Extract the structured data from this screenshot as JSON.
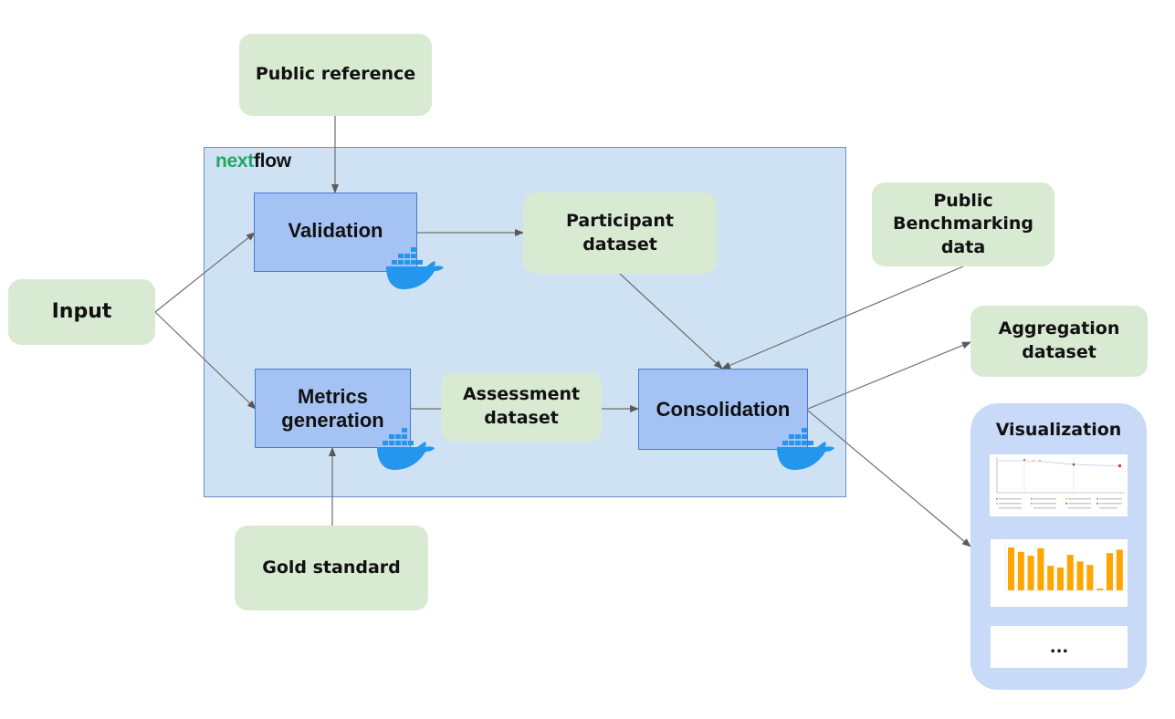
{
  "diagram": {
    "engine_logo": {
      "prefix": "next",
      "suffix": "flow",
      "prefix_color": "#23a665"
    },
    "nodes": {
      "input": "Input",
      "public_reference": "Public reference",
      "validation": "Validation",
      "participant_dataset": [
        "Participant",
        "dataset"
      ],
      "public_benchmarking_data": [
        "Public",
        "Benchmarking data"
      ],
      "aggregation_dataset": [
        "Aggregation",
        "dataset"
      ],
      "metrics_generation": [
        "Metrics",
        "generation"
      ],
      "assessment_dataset": [
        "Assessment",
        "dataset"
      ],
      "consolidation": "Consolidation",
      "gold_standard": "Gold standard",
      "visualization": {
        "title": "Visualization",
        "items": [
          "line-chart-thumbnail",
          "bar-chart-thumbnail",
          "..."
        ],
        "more_label": "..."
      }
    },
    "container_icons": [
      "docker-whale-icon"
    ],
    "edges": [
      {
        "from": "public_reference",
        "to": "validation",
        "arrow": true
      },
      {
        "from": "input",
        "to": "validation",
        "arrow": true
      },
      {
        "from": "input",
        "to": "metrics_generation",
        "arrow": true
      },
      {
        "from": "validation",
        "to": "participant_dataset",
        "arrow": true
      },
      {
        "from": "gold_standard",
        "to": "metrics_generation",
        "arrow": true
      },
      {
        "from": "metrics_generation",
        "to": "assessment_dataset",
        "arrow": false
      },
      {
        "from": "assessment_dataset",
        "to": "consolidation",
        "arrow": true
      },
      {
        "from": "participant_dataset",
        "to": "consolidation",
        "arrow": true
      },
      {
        "from": "public_benchmarking_data",
        "to": "consolidation",
        "arrow": true
      },
      {
        "from": "consolidation",
        "to": "aggregation_dataset",
        "arrow": true
      },
      {
        "from": "consolidation",
        "to": "visualization",
        "arrow": true
      }
    ],
    "colors": {
      "data_node": "#d9ead3",
      "process_node": "#a4c2f4",
      "workflow_frame": "#cfe2f3",
      "visualization_panel": "#c9daf8",
      "docker_blue": "#2496ed",
      "bar_orange": "#ffa500"
    },
    "bar_thumbnail_relative_heights": [
      0.98,
      0.88,
      0.79,
      0.96,
      0.56,
      0.52,
      0.81,
      0.66,
      0.58,
      0.04,
      0.85,
      0.93
    ]
  }
}
